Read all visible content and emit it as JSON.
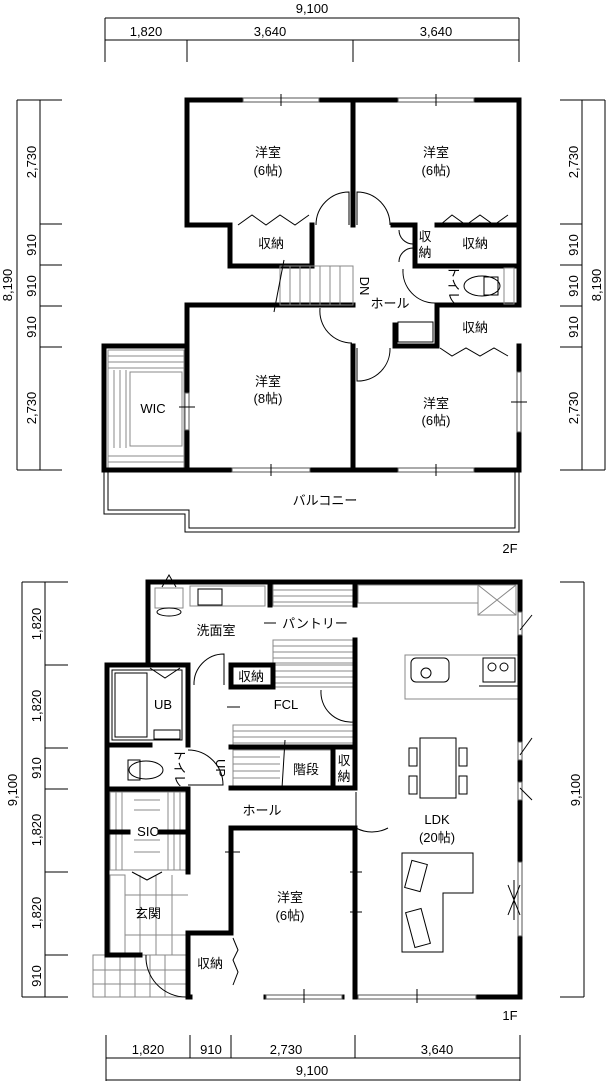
{
  "floor2": {
    "label": "2F",
    "dims_top": {
      "total": "9,100",
      "segments": [
        "1,820",
        "3,640",
        "3,640"
      ]
    },
    "dims_left": {
      "total": "8,190",
      "segments": [
        "2,730",
        "910",
        "910",
        "910",
        "2,730"
      ]
    },
    "dims_right": {
      "total": "8,190",
      "segments": [
        "2,730",
        "910",
        "910",
        "910",
        "2,730"
      ]
    },
    "rooms": {
      "room_nw": {
        "name": "洋室",
        "size": "(6帖)"
      },
      "room_ne": {
        "name": "洋室",
        "size": "(6帖)"
      },
      "room_sw": {
        "name": "洋室",
        "size": "(8帖)"
      },
      "room_se": {
        "name": "洋室",
        "size": "(6帖)"
      },
      "storage_1": "収納",
      "storage_2a": "収",
      "storage_2b": "納",
      "storage_3": "収納",
      "storage_4": "収納",
      "toilet": "トイレ",
      "hall": "ホール",
      "stairs_dn": "DN",
      "wic": "WIC",
      "balcony": "バルコニー"
    }
  },
  "floor1": {
    "label": "1F",
    "dims_bottom": {
      "total": "9,100",
      "segments": [
        "1,820",
        "910",
        "2,730",
        "3,640"
      ]
    },
    "dims_left": {
      "total": "9,100",
      "segments": [
        "1,820",
        "1,820",
        "910",
        "1,820",
        "1,820",
        "910"
      ]
    },
    "dims_right": {
      "total": "9,100"
    },
    "rooms": {
      "washroom": "洗面室",
      "pantry": "パントリー",
      "ub": "UB",
      "storage_1": "収納",
      "fcl": "FCL",
      "toilet": "トイレ",
      "stairs_up": "UP",
      "stairs": "階段",
      "storage_2a": "収",
      "storage_2b": "納",
      "hall": "ホール",
      "sic": "SIC",
      "entrance": "玄関",
      "storage_3": "収納",
      "room": {
        "name": "洋室",
        "size": "(6帖)"
      },
      "ldk": {
        "name": "LDK",
        "size": "(20帖)"
      }
    }
  }
}
